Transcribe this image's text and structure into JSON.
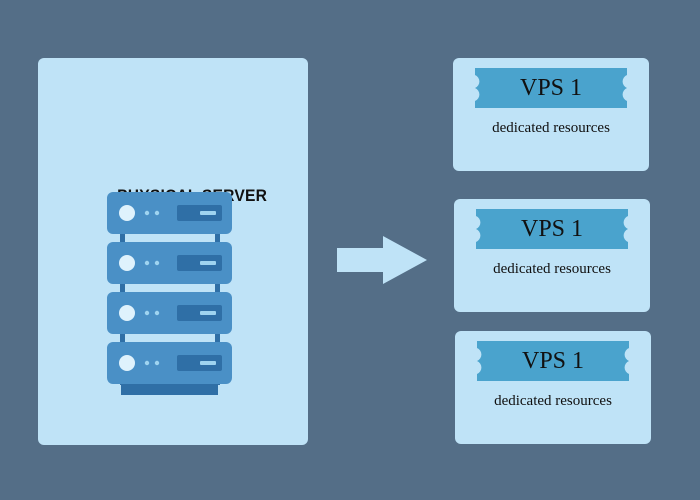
{
  "server": {
    "title": "PHYSICAL SERVER",
    "rack_units": 4
  },
  "vps": [
    {
      "label": "VPS 1",
      "description": "dedicated resources"
    },
    {
      "label": "VPS 1",
      "description": "dedicated resources"
    },
    {
      "label": "VPS 1",
      "description": "dedicated resources"
    }
  ],
  "colors": {
    "background": "#546e87",
    "panel": "#bfe3f7",
    "server_blue": "#4a90c6",
    "server_dark": "#2f6fa6",
    "banner": "#4aa3cd"
  }
}
